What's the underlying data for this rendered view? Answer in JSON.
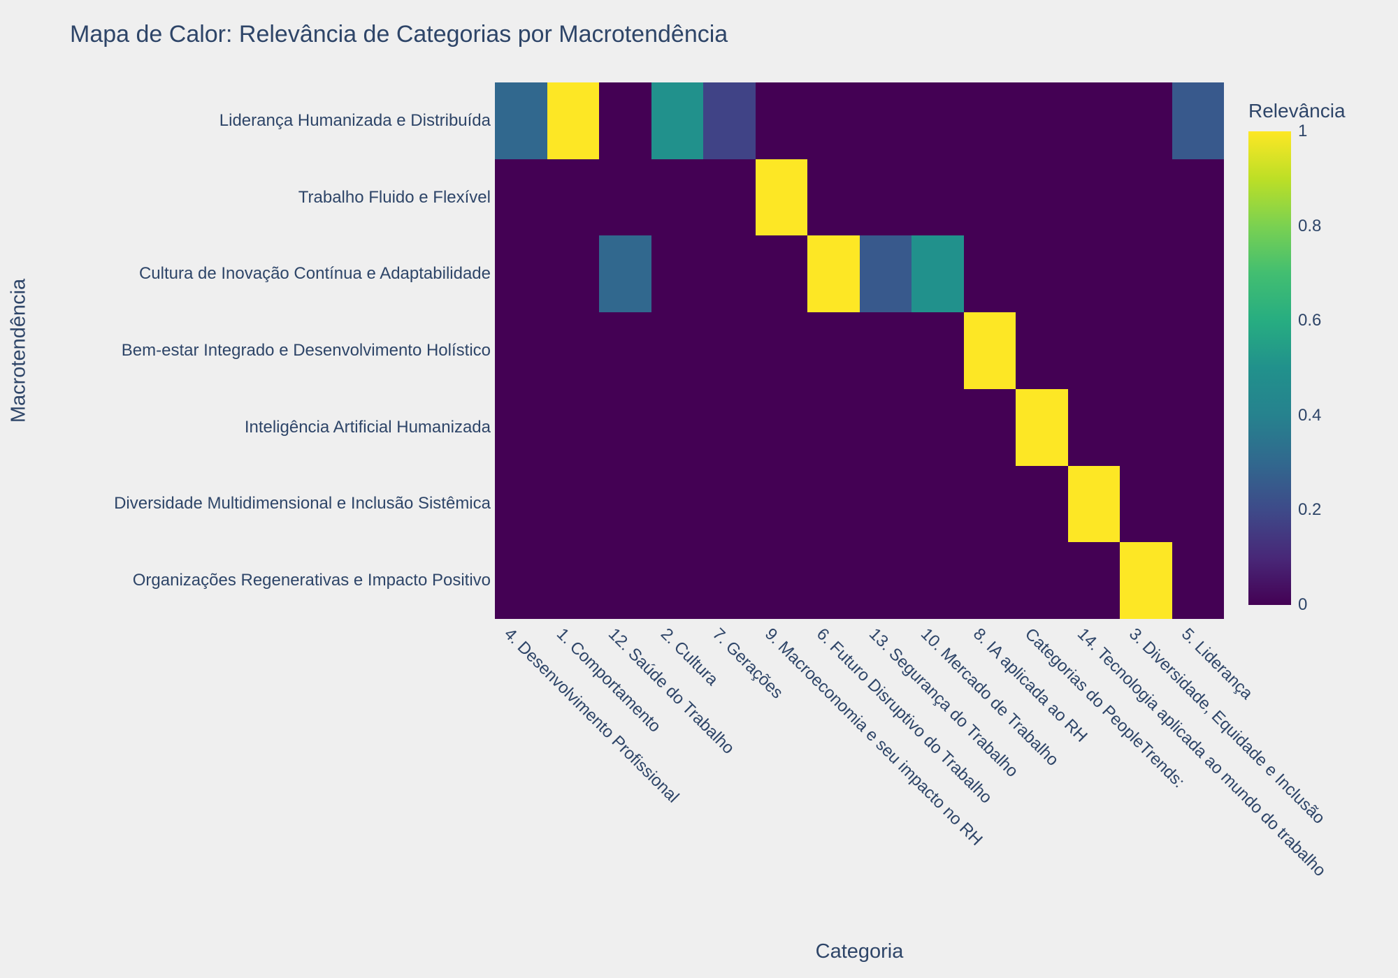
{
  "page": {
    "background": "#efefef",
    "text_color": "#2e4568"
  },
  "chart_data": {
    "type": "heatmap",
    "title": "Mapa de Calor: Relevância de Categorias por Macrotendência",
    "xlabel": "Categoria",
    "ylabel": "Macrotendência",
    "x_categories": [
      "4. Desenvolvimento Profissional",
      "1. Comportamento",
      "12. Saúde do Trabalho",
      "2. Cultura",
      "7. Gerações",
      "9. Macroeconomia e seu impacto no RH",
      "6. Futuro Disruptivo do Trabalho",
      "13. Segurança do Trabalho",
      "10. Mercado de Trabalho",
      "8. IA aplicada ao RH",
      "Categorias do PeopleTrends:",
      "14. Tecnologia aplicada ao mundo do trabalho",
      "3. Diversidade, Equidade e Inclusão",
      "5. Liderança"
    ],
    "y_categories": [
      "Liderança Humanizada e Distribuída",
      "Trabalho Fluido e Flexível",
      "Cultura de Inovação Contínua e Adaptabilidade",
      "Bem-estar Integrado e Desenvolvimento Holístico",
      "Inteligência Artificial Humanizada",
      "Diversidade Multidimensional e Inclusão Sistêmica",
      "Organizações Regenerativas e Impacto Positivo"
    ],
    "matrix": [
      [
        0.3,
        1,
        0,
        0.5,
        0.18,
        0,
        0,
        0,
        0,
        0,
        0,
        0,
        0,
        0.25
      ],
      [
        0,
        0,
        0,
        0,
        0,
        1,
        0,
        0,
        0,
        0,
        0,
        0,
        0,
        0
      ],
      [
        0,
        0,
        0.3,
        0,
        0,
        0,
        1,
        0.25,
        0.5,
        0,
        0,
        0,
        0,
        0
      ],
      [
        0,
        0,
        0,
        0,
        0,
        0,
        0,
        0,
        0,
        1,
        0,
        0,
        0,
        0
      ],
      [
        0,
        0,
        0,
        0,
        0,
        0,
        0,
        0,
        0,
        0,
        1,
        0,
        0,
        0
      ],
      [
        0,
        0,
        0,
        0,
        0,
        0,
        0,
        0,
        0,
        0,
        0,
        1,
        0,
        0
      ],
      [
        0,
        0,
        0,
        0,
        0,
        0,
        0,
        0,
        0,
        0,
        0,
        0,
        1,
        0
      ]
    ],
    "zmin": 0,
    "zmax": 1,
    "grid": false,
    "colorscale_name": "viridis",
    "colorscale": [
      [
        0.0,
        [
          68,
          1,
          84
        ]
      ],
      [
        0.1,
        [
          72,
          40,
          120
        ]
      ],
      [
        0.2,
        [
          62,
          74,
          137
        ]
      ],
      [
        0.3,
        [
          49,
          104,
          142
        ]
      ],
      [
        0.4,
        [
          38,
          130,
          142
        ]
      ],
      [
        0.5,
        [
          33,
          145,
          140
        ]
      ],
      [
        0.6,
        [
          39,
          173,
          129
        ]
      ],
      [
        0.7,
        [
          66,
          190,
          113
        ]
      ],
      [
        0.8,
        [
          122,
          209,
          81
        ]
      ],
      [
        0.9,
        [
          189,
          223,
          38
        ]
      ],
      [
        1.0,
        [
          253,
          231,
          37
        ]
      ]
    ],
    "colorbar": {
      "title": "Relevância",
      "position": "right",
      "tick_labels": [
        "1",
        "0.8",
        "0.6",
        "0.4",
        "0.2",
        "0"
      ],
      "tick_values": [
        1,
        0.8,
        0.6,
        0.4,
        0.2,
        0
      ]
    }
  }
}
